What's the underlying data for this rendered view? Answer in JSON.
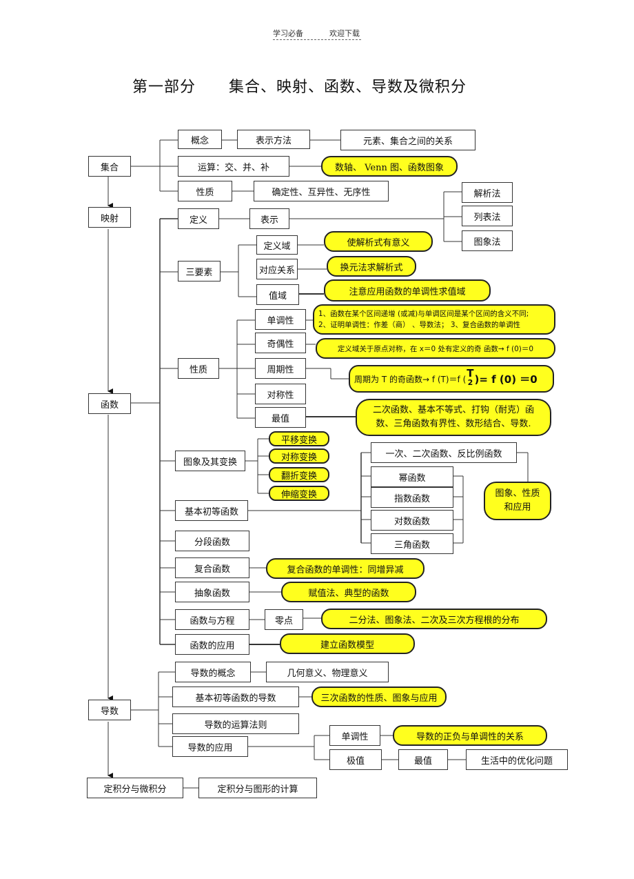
{
  "header": {
    "left": "学习必备",
    "right": "欢迎下载"
  },
  "title": "第一部分      集合、映射、函数、导数及微积分",
  "main_nodes": {
    "set": "集合",
    "mapping": "映射",
    "function": "函数",
    "derivative": "导数",
    "integral": "定积分与微积分"
  },
  "set_branch": {
    "concept": "概念",
    "representation": "表示方法",
    "element_relation": "元素、集合之间的关系",
    "operation": "运算：交、并、补",
    "operation_tools": "数轴、 Venn 图、函数图象",
    "property": "性质",
    "property_detail": "确定性、互异性、无序性"
  },
  "func_def": {
    "definition": "定义",
    "represent": "表示",
    "analytic": "解析法",
    "table": "列表法",
    "graph": "图象法"
  },
  "three_elements": {
    "label": "三要素",
    "domain": "定义域",
    "domain_note": "使解析式有意义",
    "correspondence": "对应关系",
    "correspondence_note": "换元法求解析式",
    "range": "值域",
    "range_note": "注意应用函数的单调性求值域"
  },
  "func_property": {
    "label": "性质",
    "monotonic": "单调性",
    "monotonic_line1": "1、函数在某个区间递增 (或减)与单调区间是某个区间的含义不同;",
    "monotonic_line2": "2、证明单调性：作差（商） 、导数法； 3、复合函数的单调性",
    "parity": "奇偶性",
    "parity_note": "定义域关于原点对称，在   x＝0   处有定义的奇  函数→ f (0)＝0",
    "period": "周期性",
    "period_note_a": "周期为 T 的奇函数→ f (T)＝f (",
    "period_note_T": "T",
    "period_note_2": "2",
    "period_note_b": ")= f (0) ＝0",
    "symmetry": "对称性",
    "extremum": "最值",
    "extremum_line1": "二次函数、基本不等式、打钩（耐克）函",
    "extremum_line2": "数、三角函数有界性、数形结合、导数."
  },
  "graph_transform": {
    "label": "图象及其变换",
    "items": [
      "平移变换",
      "对称变换",
      "翻折变换",
      "伸缩变换"
    ]
  },
  "elementary": {
    "label": "基本初等函数",
    "linear_etc": "一次、二次函数、反比例函数",
    "power": "幂函数",
    "exponential": "指数函数",
    "logarithm": "对数函数",
    "trig": "三角函数",
    "apply_line1": "图象、性质",
    "apply_line2": "和应用"
  },
  "func_others": {
    "piecewise": "分段函数",
    "composite": "复合函数",
    "composite_note": "复合函数的单调性：同增异减",
    "abstract": "抽象函数",
    "abstract_note": "赋值法、典型的函数",
    "equation": "函数与方程",
    "zero": "零点",
    "zero_note": "二分法、图象法、二次及三次方程根的分布",
    "application": "函数的应用",
    "application_note": "建立函数模型"
  },
  "derivative_branch": {
    "concept": "导数的概念",
    "concept_note": "几何意义、物理意义",
    "basic": "基本初等函数的导数",
    "basic_note": "三次函数的性质、图象与应用",
    "rules": "导数的运算法则",
    "application": "导数的应用",
    "monotonic": "单调性",
    "monotonic_note": "导数的正负与单调性的关系",
    "extremum": "极值",
    "maximum": "最值",
    "optimization": "生活中的优化问题"
  },
  "integral_branch": {
    "geometry": "定积分与图形的计算"
  }
}
